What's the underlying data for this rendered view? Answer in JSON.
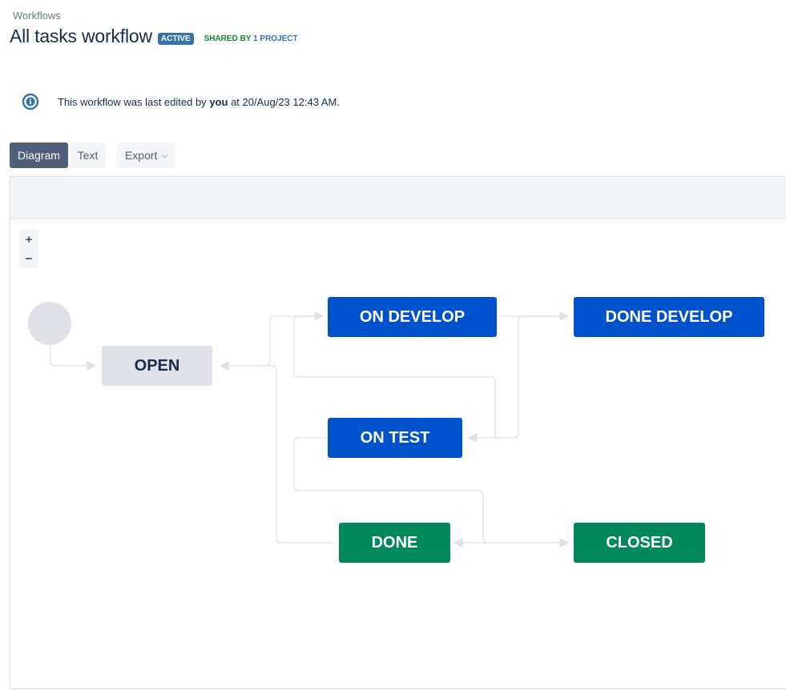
{
  "breadcrumb": "Workflows",
  "title": "All tasks workflow",
  "status_badge": "ACTIVE",
  "shared": {
    "prefix": "SHARED BY",
    "link": "1 PROJECT"
  },
  "info": {
    "icon": "info-icon",
    "prefix": "This workflow was last edited by",
    "user": "you",
    "suffix": "at 20/Aug/23 12:43 AM."
  },
  "tabs": {
    "diagram": "Diagram",
    "text": "Text"
  },
  "export_label": "Export",
  "zoom": {
    "in": "+",
    "out": "−"
  },
  "nodes": {
    "open": "OPEN",
    "on_develop": "ON DEVELOP",
    "done_develop": "DONE DEVELOP",
    "on_test": "ON TEST",
    "done": "DONE",
    "closed": "CLOSED"
  },
  "colors": {
    "status_blue": "#0052cc",
    "status_green": "#00875a",
    "status_grey": "#dfe1e6",
    "badge": "#3572b0"
  }
}
